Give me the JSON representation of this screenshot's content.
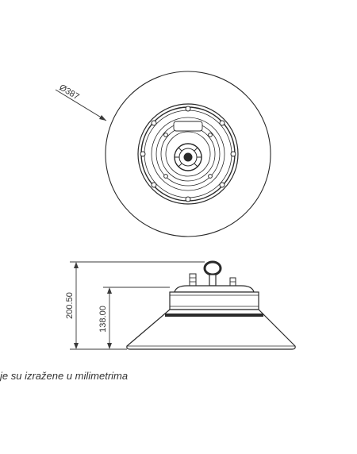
{
  "top_view": {
    "diameter_label": "Ø387"
  },
  "side_view": {
    "total_height_label": "200.50",
    "lower_height_label": "138.00"
  },
  "caption": "je su izražene u milimetrima",
  "colors": {
    "line": "#2a2a2a",
    "dim": "#3a3a3a",
    "text": "#333333"
  }
}
